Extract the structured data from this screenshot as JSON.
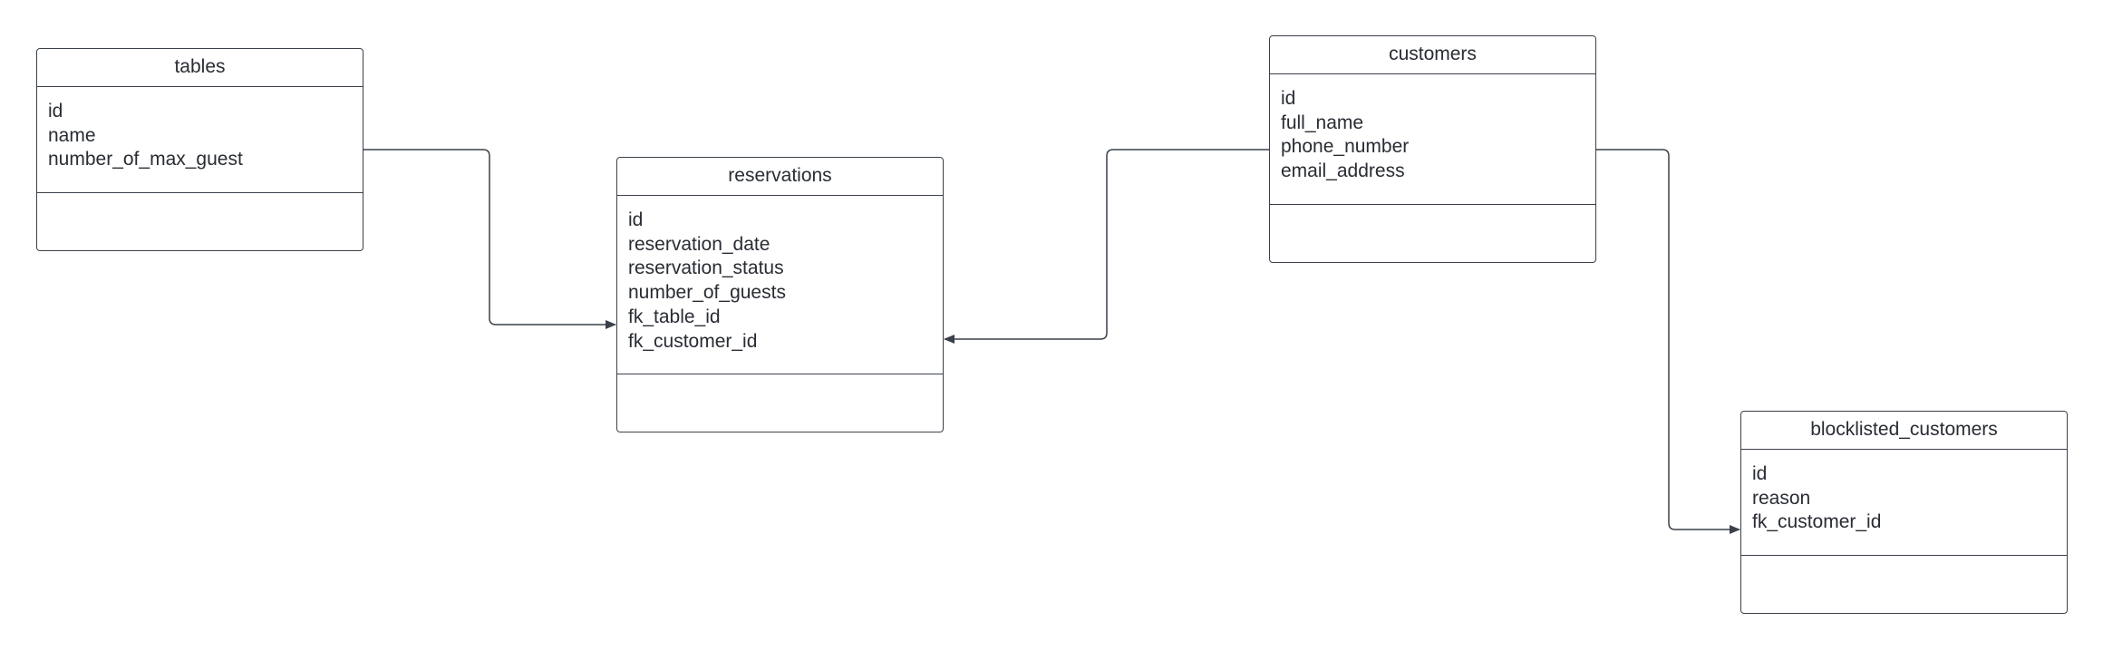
{
  "diagram": {
    "entities": [
      {
        "key": "tables",
        "title": "tables",
        "attributes": [
          "id",
          "name",
          "number_of_max_guest"
        ]
      },
      {
        "key": "reservations",
        "title": "reservations",
        "attributes": [
          "id",
          "reservation_date",
          "reservation_status",
          "number_of_guests",
          "fk_table_id",
          "fk_customer_id"
        ]
      },
      {
        "key": "customers",
        "title": "customers",
        "attributes": [
          "id",
          "full_name",
          "phone_number",
          "email_address"
        ]
      },
      {
        "key": "blocklisted_customers",
        "title": "blocklisted_customers",
        "attributes": [
          "id",
          "reason",
          "fk_customer_id"
        ]
      }
    ],
    "relationships": [
      {
        "from": "tables",
        "to": "reservations",
        "arrow": "to"
      },
      {
        "from": "customers",
        "to": "reservations",
        "arrow": "to"
      },
      {
        "from": "customers",
        "to": "blocklisted_customers",
        "arrow": "to"
      }
    ],
    "line_color": "#3a414a",
    "text_color": "#282c33"
  }
}
